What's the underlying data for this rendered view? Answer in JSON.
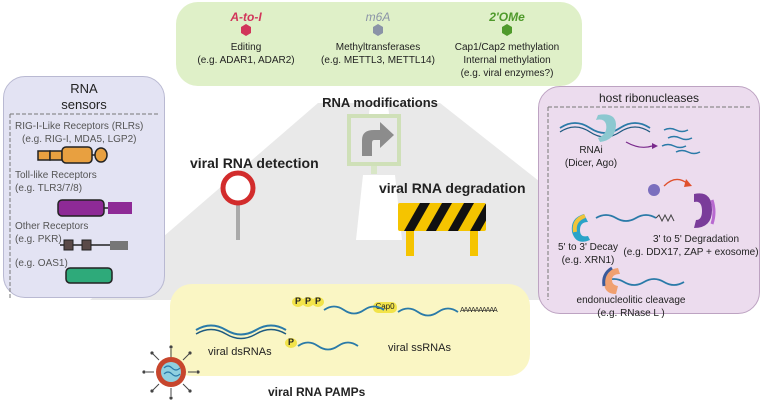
{
  "modifications": {
    "title": "RNA  modifications",
    "a2i": {
      "name": "A-to-I",
      "line1": "Editing",
      "line2": "(e.g. ADAR1, ADAR2)"
    },
    "m6a": {
      "name": "m6A",
      "line1": "Methyltransferases",
      "line2": "(e.g. METTL3, METTL14)"
    },
    "ome": {
      "name": "2'OMe",
      "line1": "Cap1/Cap2 methylation",
      "line2": "Internal methylation",
      "line3": "(e.g. viral enzymes?)"
    }
  },
  "sensors": {
    "title1": "RNA",
    "title2": "sensors",
    "rlr": "RIG-I-Like Receptors  (RLRs)",
    "rlr_eg": "(e.g. RIG-I, MDA5, LGP2)",
    "tlr": "Toll-like Receptors",
    "tlr_eg": "(e.g. TLR3/7/8)",
    "other": "Other Receptors",
    "other_eg": "(e.g. PKR)",
    "oas_eg": "(e.g. OAS1)"
  },
  "nucleases": {
    "title": "host ribonucleases",
    "rnai1": "RNAi",
    "rnai2": "(Dicer, Ago)",
    "decay53_1": "5' to 3' Decay",
    "decay53_2": "(e.g. XRN1)",
    "decay35_1": "3' to 5' Degradation",
    "decay35_2": "(e.g. DDX17, ZAP + exosome)",
    "endo1": "endonucleolitic cleavage",
    "endo2": "(e.g. RNase L )"
  },
  "labels": {
    "detection": "viral RNA detection",
    "degradation": "viral RNA degradation",
    "pamps": "viral RNA PAMPs",
    "dsrnas": "viral dsRNAs",
    "ssrnas": "viral ssRNAs",
    "p": "P",
    "cap0": "Cap0",
    "polya": "AAAAAAAAAA"
  },
  "colors": {
    "mod_panel": "#dff0c8",
    "sensor_panel": "#e3e3f3",
    "nuclease_panel": "#ecdcee",
    "pamp_panel": "#faf6c4",
    "road": "#e7e7e7",
    "a2i": "#d1355a",
    "m6a": "#8a93a7",
    "ome": "#4f9a2b",
    "rlr": "#e8a040",
    "tlr": "#8e2a96",
    "pkr": "#5a4a48",
    "oas": "#2eaa7a",
    "rna": "#2a7aa8"
  }
}
